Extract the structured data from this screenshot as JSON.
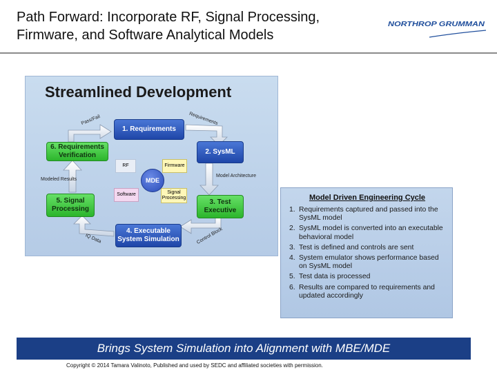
{
  "slide": {
    "title_line1": "Path Forward: Incorporate RF, Signal Processing,",
    "title_line2": "Firmware, and Software Analytical Models",
    "logo_text": "NORTHROP GRUMMAN",
    "banner": "Brings System Simulation into Alignment with MBE/MDE",
    "copyright": "Copyright © 2014 Tamara Valinoto, Published and used by SEDC and affiliated societies with permission."
  },
  "diagram": {
    "title": "Streamlined Development",
    "center": "MDE",
    "boxes": {
      "b1": "1. Requirements",
      "b2": "2. SysML",
      "b3": "3. Test Executive",
      "b4": "4. Executable System Simulation",
      "b5": "5. Signal Processing",
      "b6": "6. Requirements Verification"
    },
    "models": {
      "rf": "RF",
      "firmware": "Firmware",
      "software": "Software",
      "signal": "Signal Processing"
    },
    "arrow_labels": {
      "passfail": "Pass/Fail",
      "requirements": "Requirements",
      "model_arch": "Model Architecture",
      "control_block": "Control Block",
      "iq_data": "IQ Data",
      "modeled_results": "Modeled Results"
    }
  },
  "cycle": {
    "title": "Model Driven Engineering Cycle",
    "items": [
      {
        "num": "1.",
        "text": "Requirements captured and passed into the SysML model"
      },
      {
        "num": "2.",
        "text": "SysML model is converted into an executable behavioral model"
      },
      {
        "num": "3.",
        "text": "Test is defined and controls are sent"
      },
      {
        "num": "4.",
        "text": "System emulator shows performance based on SysML model"
      },
      {
        "num": "5.",
        "text": "Test data is processed"
      },
      {
        "num": "6.",
        "text": "Results are compared to requirements and updated accordingly"
      }
    ]
  },
  "colors": {
    "banner": "#1b3f86",
    "logo": "#1f4e9c",
    "blue_box": "#2a55c0",
    "green_box": "#3cc43c"
  }
}
